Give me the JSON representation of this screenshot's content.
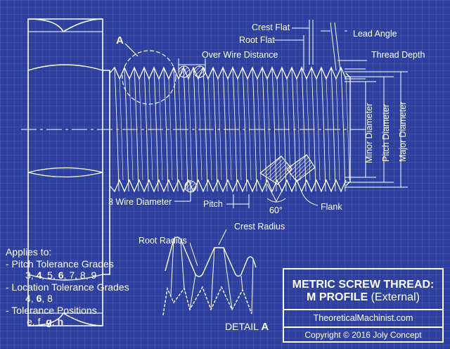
{
  "labels": {
    "crest_flat": "Crest Flat",
    "root_flat": "Root Flat",
    "lead_angle": "Lead Angle",
    "over_wire_distance": "Over Wire Distance",
    "thread_depth": "Thread Depth",
    "minor_diameter": "Minor Diameter",
    "pitch_diameter": "Pitch Diameter",
    "major_diameter": "Major Diameter",
    "three_wire_diameter": "3 Wire Diameter",
    "pitch": "Pitch",
    "sixty_degrees": "60°",
    "flank": "Flank",
    "detail_marker": "A",
    "root_radius": "Root Radius",
    "crest_radius": "Crest Radius"
  },
  "applies": {
    "heading": "Applies to:",
    "pitch_grades_title": "- Pitch Tolerance Grades",
    "pitch_grades": [
      "3",
      "4",
      "5",
      "6",
      "7",
      "8",
      "9"
    ],
    "pitch_grades_bold": [
      "4",
      "6"
    ],
    "location_grades_title": "- Location Tolerance Grades",
    "location_grades": [
      "4",
      "6",
      "8"
    ],
    "location_grades_bold": [
      "6"
    ],
    "positions_title": "- Tolerance Positions",
    "positions": [
      "e",
      "f",
      "g",
      "h"
    ],
    "positions_bold": [
      "g",
      "h"
    ]
  },
  "title_block": {
    "line1": "METRIC SCREW THREAD:",
    "line2_main": "M PROFILE",
    "line2_sub": " (External)",
    "website": "TheoreticalMachinist.com",
    "copyright": "Copyright © 2016 Joly Concept"
  },
  "detail": {
    "prefix": "DETAIL ",
    "letter": "A"
  },
  "colors": {
    "background": "#2d409f",
    "line": "#ffffff"
  }
}
